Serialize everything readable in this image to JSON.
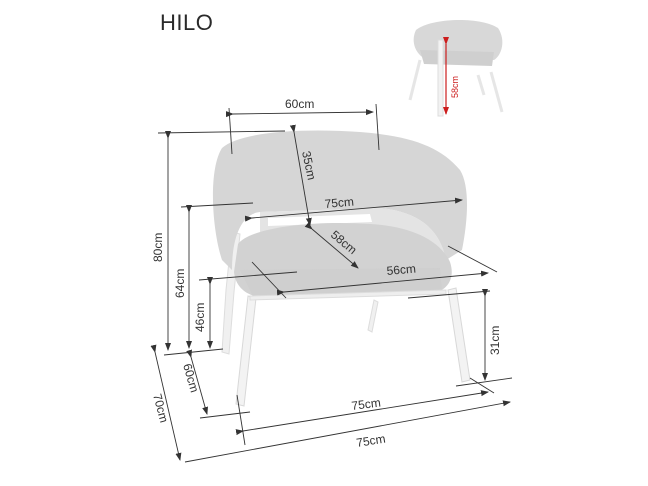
{
  "product": {
    "name": "HILO"
  },
  "colors": {
    "fabric": "#d9d9d9",
    "fabric_shadow": "#c8c8c8",
    "legs": "#f2f2f2",
    "dimension_line": "#333333",
    "highlight": "#cc1d1d"
  },
  "dimensions": {
    "backrest_width": "60cm",
    "backrest_height": "35cm",
    "armrest_width": "75cm",
    "seat_depth": "58cm",
    "seat_width": "56cm",
    "total_height": "80cm",
    "armrest_height": "64cm",
    "seat_height": "46cm",
    "leg_height": "31cm",
    "leg_depth": "60cm",
    "total_depth": "70cm",
    "leg_width": "75cm",
    "total_width": "75cm"
  },
  "inset": {
    "measure": "58cm",
    "description": "rear view seat-to-floor"
  }
}
